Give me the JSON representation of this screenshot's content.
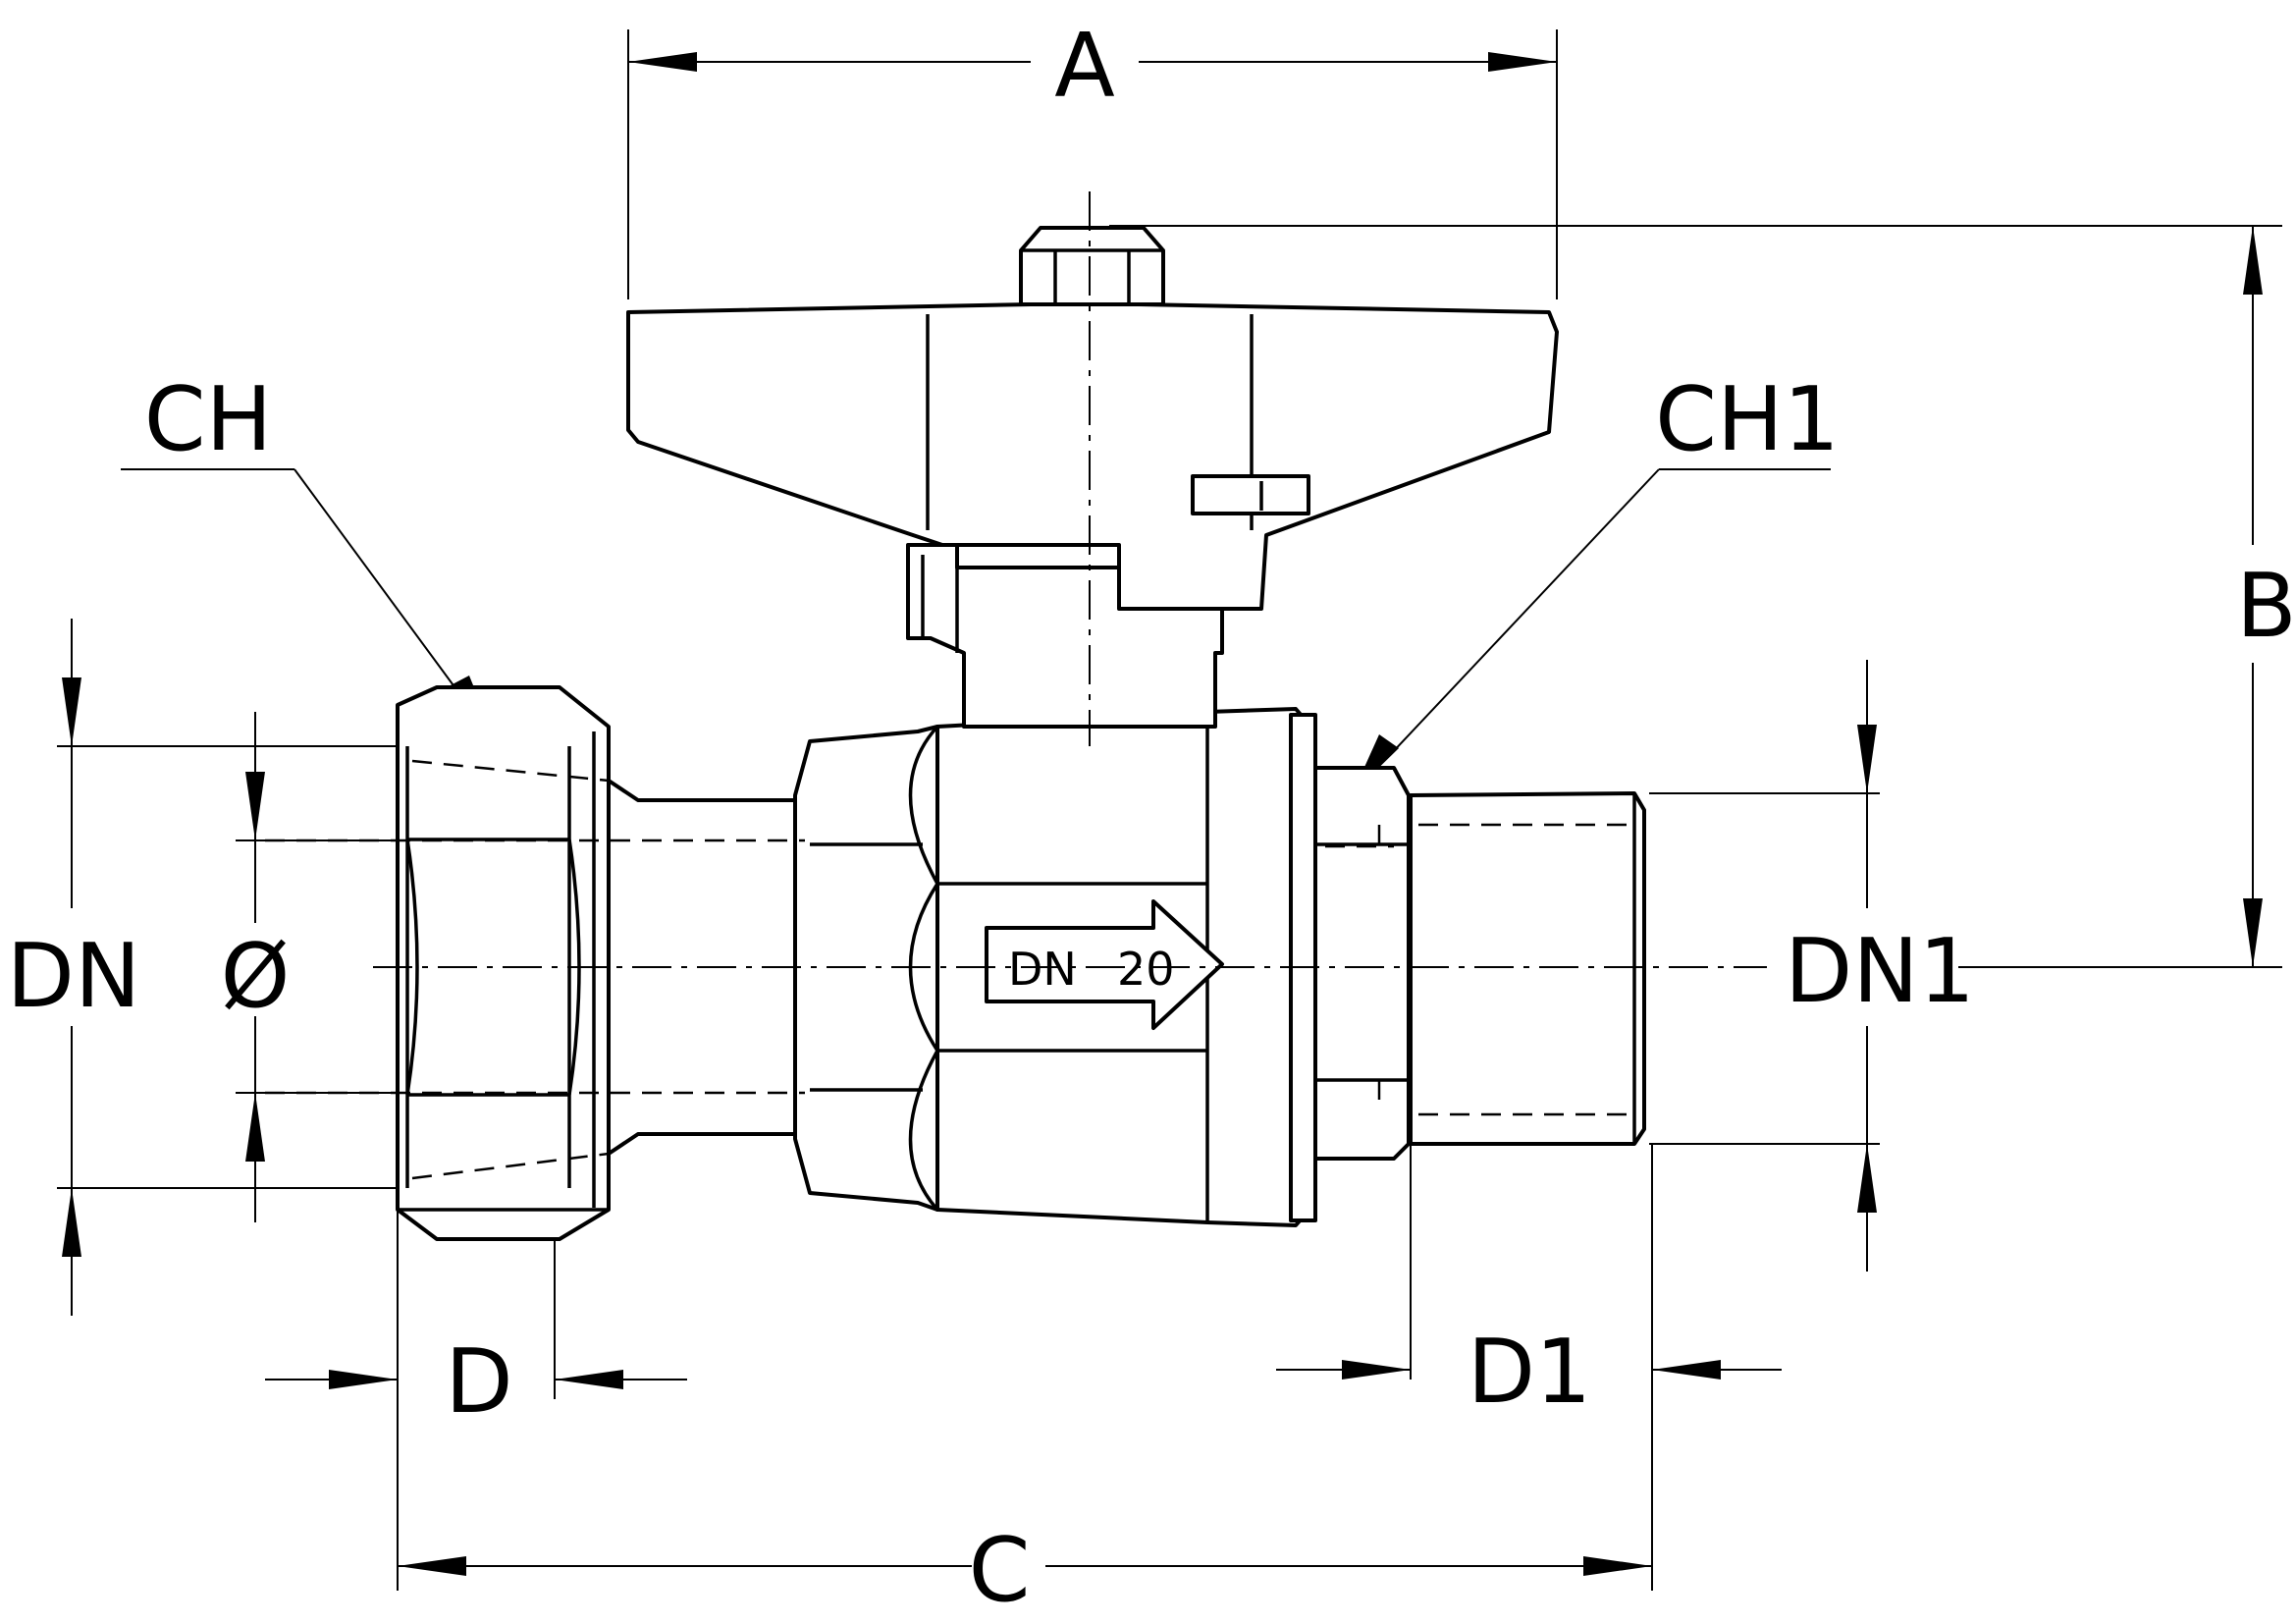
{
  "labels": {
    "A": "A",
    "B": "B",
    "C": "C",
    "D": "D",
    "D1": "D1",
    "DN": "DN",
    "DN1": "DN1",
    "diameter": "Ø",
    "CH": "CH",
    "CH1": "CH1"
  },
  "body_marking": {
    "prefix": "DN",
    "size": "20"
  }
}
